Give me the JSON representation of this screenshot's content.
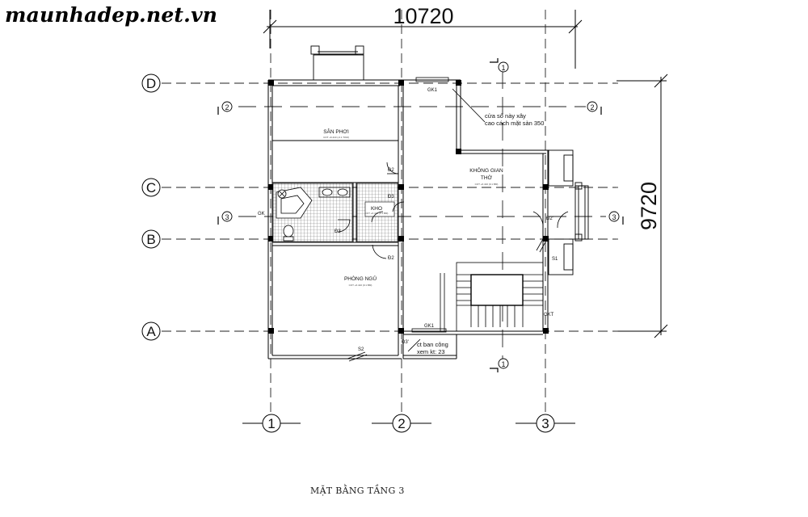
{
  "watermark": "maunhadep.net.vn",
  "dimensions": {
    "width": "10720",
    "height": "9720"
  },
  "grid_axes": {
    "rows": [
      "D",
      "C",
      "B",
      "A"
    ],
    "columns": [
      "1",
      "2",
      "3"
    ]
  },
  "section_markers": {
    "s1": "1",
    "s2": "2",
    "s3": "3"
  },
  "rooms": {
    "san_phoi": "SÂN PHƠI",
    "khong_gian_tho_line1": "KHÔNG GIAN",
    "khong_gian_tho_line2": "THỜ",
    "kho": "KHO",
    "phong_ngu": "PHÒNG NGỦ"
  },
  "doors": {
    "d2_a": "Đ2",
    "d2_b": "Đ2",
    "d2_c": "Đ2'",
    "d3_a": "Đ3",
    "d3_b": "Đ3",
    "d3_c": "Đ3'",
    "s1": "S1",
    "s2": "S2",
    "gk1_top": "GK1",
    "gk1_bottom": "GK1",
    "gk": "GK",
    "gkt": "GKT"
  },
  "notes": {
    "window_note_line1": "cửa số này xây",
    "window_note_line2": "cao cách mặt sàn 350",
    "balcony_note_line1": "ct ban công",
    "balcony_note_line2": "xem kt: 23"
  },
  "sheet_title": "MẶT BẰNG TẦNG 3",
  "colors": {
    "line": "#000000",
    "grid": "#222222",
    "hatch": "#555555"
  }
}
